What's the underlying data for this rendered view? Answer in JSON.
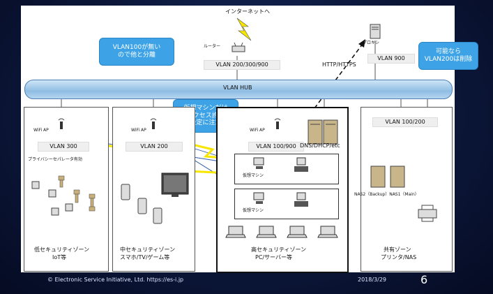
{
  "internet_label": "インターネットへ",
  "router_label": "ルーター",
  "proxy_label": "プロキシ",
  "vlan_router": "VLAN 200/300/900",
  "vlan_proxy": "VLAN 900",
  "http_label": "HTTP/HTTPS",
  "hub_label": "VLAN HUB",
  "callouts": {
    "isolate": "VLAN100が無い\nので他と分離",
    "vm": "仮想マシンだけ\nアクセス許可\n設定に注意",
    "delete": "可能なら\nVLAN200は削除"
  },
  "zones": [
    {
      "wifi": "WiFi AP",
      "vlan": "VLAN 300",
      "sub": "プライバシーセパレータ有効",
      "title": "低セキュリティゾーン",
      "subtitle": "IoT等"
    },
    {
      "wifi": "WiFi AP",
      "vlan": "VLAN 200",
      "title": "中セキュリティゾーン",
      "subtitle": "スマホ/TV/ゲーム等"
    },
    {
      "wifi": "WiFi AP",
      "vlan": "VLAN 100/900",
      "servers": "DNS/DHCP/etc",
      "vm1": "仮想マシン",
      "vm2": "仮想マシン",
      "title": "高セキュリティゾーン",
      "subtitle": "PC/サーバー等"
    },
    {
      "vlan": "VLAN 100/200",
      "nas": "NAS2（Backup）NAS1（Main）",
      "title": "共有ゾーン",
      "subtitle": "プリンタ/NAS"
    }
  ],
  "footer": {
    "copyright": "© Electronic Service Initiative, Ltd. https://es-i.jp",
    "date": "2018/3/29",
    "page": "6"
  }
}
